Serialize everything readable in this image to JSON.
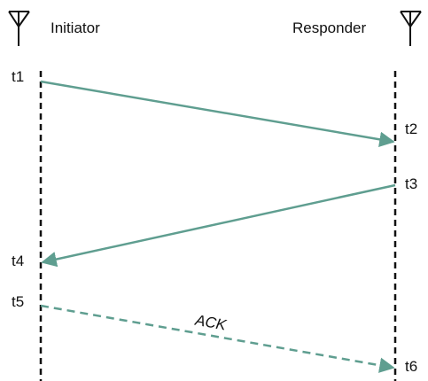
{
  "nodes": {
    "initiator": "Initiator",
    "responder": "Responder"
  },
  "timestamps": {
    "t1": "t1",
    "t2": "t2",
    "t3": "t3",
    "t4": "t4",
    "t5": "t5",
    "t6": "t6"
  },
  "messages": {
    "ack_label": "ACK"
  },
  "colors": {
    "arrow": "#5f9e90",
    "lifeline": "#111111",
    "text": "#111111"
  },
  "icons": {
    "initiator_antenna": "antenna-icon",
    "responder_antenna": "antenna-icon"
  }
}
